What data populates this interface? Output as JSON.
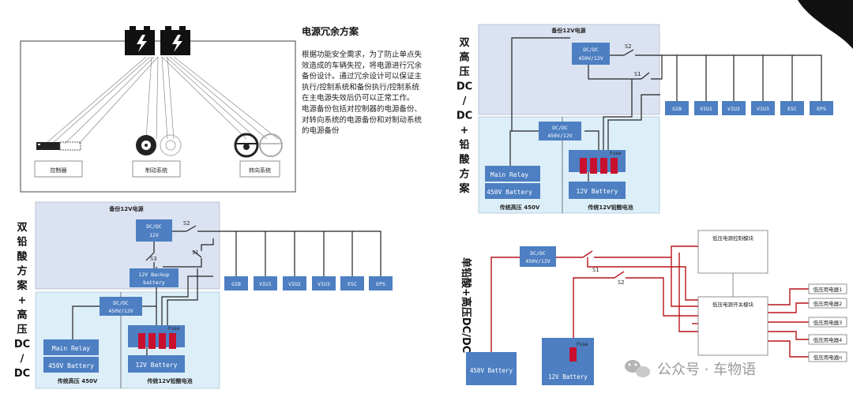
{
  "colors": {
    "box_fill": "#4d7fc2",
    "box_text": "#ffffff",
    "panel_blue": "#dbe3f2",
    "panel_cyan": "#dceef8",
    "fuse_red": "#c8102e",
    "wire_red": "#b8141b",
    "wire_dark": "#222222"
  },
  "redundancy": {
    "title": "电源冗余方案",
    "paragraph_lines": [
      "根据功能安全需求，为了防止单点失",
      "效造成的车辆失控，将电源进行冗余",
      "备份设计。通过冗余设计可以保证主",
      "执行/控制系统和备份执行/控制系统",
      "在主电源失效后仍可以正常工作。",
      "电源备份包括对控制器的电源备份、",
      "对转向系统的电源备份和对制动系统",
      "的电源备份"
    ],
    "labels": {
      "controller": "控制器",
      "brake": "制动系统",
      "steering": "转向系统"
    }
  },
  "dual_lead_acid": {
    "side_title": [
      "双",
      "铅",
      "酸",
      "方",
      "案",
      "+",
      "高",
      "压",
      "DC",
      "/",
      "DC"
    ],
    "backup_title": "备份12V电源",
    "dcdc_top": [
      "DC/DC",
      "12V"
    ],
    "backup_battery": [
      "12V Backup",
      "battery"
    ],
    "dcdc_main": [
      "DC/DC",
      "450V/12V"
    ],
    "main_relay": "Main Relay",
    "hv_battery": "450V Battery",
    "lv_battery": "12V Battery",
    "fuse": "Fuse",
    "hv_caption": "传统高压 450V",
    "lv_caption": "传统12V铅酸电池",
    "switches": [
      "S2",
      "S1",
      "S3"
    ],
    "loads": [
      "GIB",
      "VIU1",
      "VIU2",
      "VIU3",
      "ESC",
      "EPS"
    ]
  },
  "dual_hv": {
    "side_title": [
      "双",
      "高",
      "压",
      "DC",
      "/",
      "DC",
      "+",
      "铅",
      "酸",
      "方",
      "案"
    ],
    "backup_title": "备份12V电源",
    "dcdc_top": [
      "DC/DC",
      "450V/12V"
    ],
    "dcdc_main": [
      "DC/DC",
      "450V/12V"
    ],
    "main_relay": "Main Relay",
    "hv_battery": "450V Battery",
    "lv_battery": "12V Battery",
    "fuse": "Fuse",
    "hv_caption": "传统高压 450V",
    "lv_caption": "传统12V铅酸电池",
    "switches": [
      "S2",
      "S1"
    ],
    "loads": [
      "GIB",
      "VIU1",
      "VIU2",
      "VIU3",
      "ESC",
      "EPS"
    ]
  },
  "single_lead_acid": {
    "side_title": [
      "单",
      "铅",
      "酸",
      "+",
      "高",
      "压",
      "DC/DC"
    ],
    "dcdc": [
      "DC/DC",
      "450V/12V"
    ],
    "switches": [
      "S1",
      "S2"
    ],
    "lv_control_module": "低压电源控制模块",
    "lv_switch_module": "低压电源开关模块",
    "lv_loads": [
      "低压用电器1",
      "低压用电器2",
      "低压用电器3",
      "低压用电器4",
      "低压用电器n"
    ],
    "hv_battery": "450V Battery",
    "lv_battery": "12V Battery",
    "fuse": "Fuse"
  },
  "watermark": {
    "text": "公众号 · 车物语"
  }
}
